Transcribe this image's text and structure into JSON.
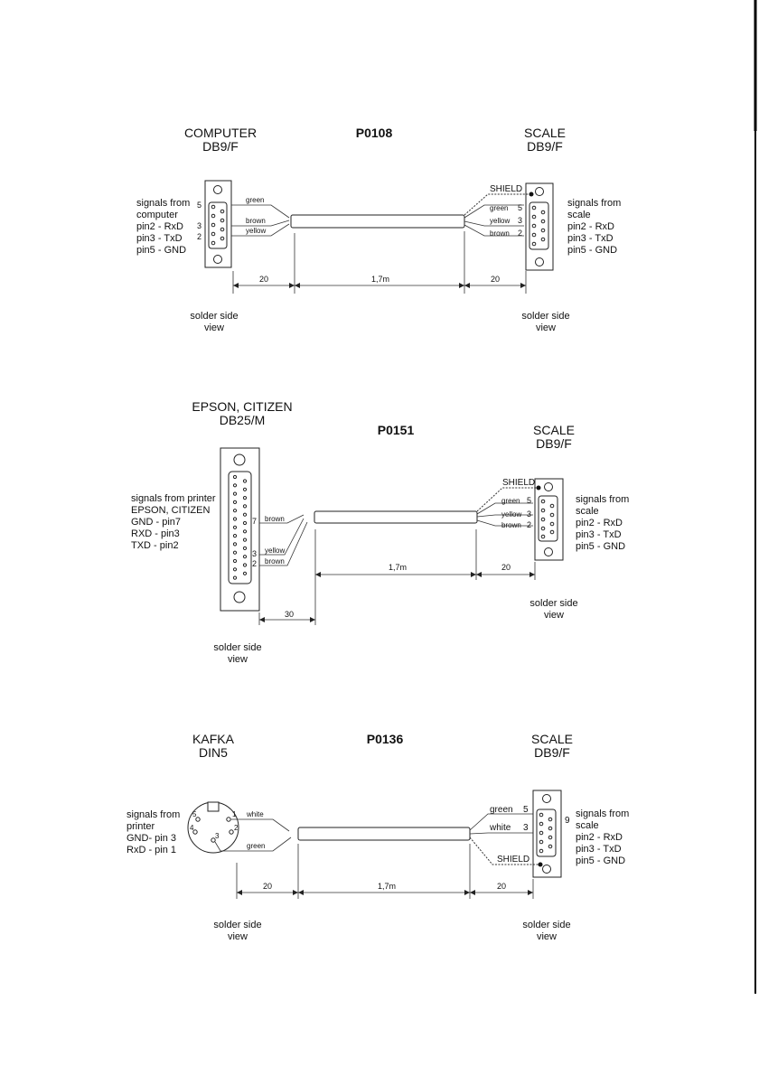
{
  "diagrams": [
    {
      "code": "P0108",
      "left": {
        "title": "COMPUTER",
        "subtitle": "DB9/F",
        "signals": [
          "signals from",
          "computer",
          "pin2 - RxD",
          "pin3 - TxD",
          "pin5 - GND"
        ],
        "wires": [
          "green",
          "brown",
          "yellow"
        ],
        "pins": [
          "5",
          "3",
          "2"
        ]
      },
      "right": {
        "title": "SCALE",
        "subtitle": "DB9/F",
        "signals": [
          "signals from",
          "scale",
          "pin2 - RxD",
          "pin3 - TxD",
          "pin5 - GND"
        ],
        "wires": [
          "green",
          "yellow",
          "brown"
        ],
        "pins": [
          "5",
          "3",
          "2"
        ],
        "shield": "SHIELD"
      },
      "dims": [
        "20",
        "1,7m",
        "20"
      ],
      "view_left": [
        "solder side",
        "view"
      ],
      "view_right": [
        "solder side",
        "view"
      ]
    },
    {
      "code": "P0151",
      "left": {
        "title": "EPSON, CITIZEN",
        "subtitle": "DB25/M",
        "signals": [
          "signals from printer",
          "EPSON, CITIZEN",
          "GND - pin7",
          "RXD - pin3",
          "TXD - pin2"
        ],
        "wires": [
          "brown",
          "yellow",
          "brown"
        ],
        "pins": [
          "7",
          "3",
          "2"
        ]
      },
      "right": {
        "title": "SCALE",
        "subtitle": "DB9/F",
        "signals": [
          "signals from",
          "scale",
          "pin2 - RxD",
          "pin3 - TxD",
          "pin5 - GND"
        ],
        "wires": [
          "green",
          "yellow",
          "brown"
        ],
        "pins": [
          "5",
          "3",
          "2"
        ],
        "shield": "SHIELD"
      },
      "dims": [
        "30",
        "1,7m",
        "20"
      ],
      "view_left": [
        "solder side",
        "view"
      ],
      "view_right": [
        "solder side",
        "view"
      ]
    },
    {
      "code": "P0136",
      "left": {
        "title": "KAFKA",
        "subtitle": "DIN5",
        "signals": [
          "signals from",
          "printer",
          "GND- pin 3",
          "RxD - pin 1"
        ],
        "wires": [
          "white",
          "green"
        ],
        "pins": [
          "1",
          "2",
          "3",
          "4",
          "5"
        ]
      },
      "right": {
        "title": "SCALE",
        "subtitle": "DB9/F",
        "signals": [
          "signals from",
          "scale",
          "pin2 - RxD",
          "pin3 - TxD",
          "pin5 - GND"
        ],
        "wires": [
          "green",
          "white"
        ],
        "pins": [
          "5",
          "3",
          "9"
        ],
        "shield": "SHIELD"
      },
      "dims": [
        "20",
        "1,7m",
        "20"
      ],
      "view_left": [
        "solder side",
        "view"
      ],
      "view_right": [
        "solder side",
        "view"
      ]
    }
  ]
}
